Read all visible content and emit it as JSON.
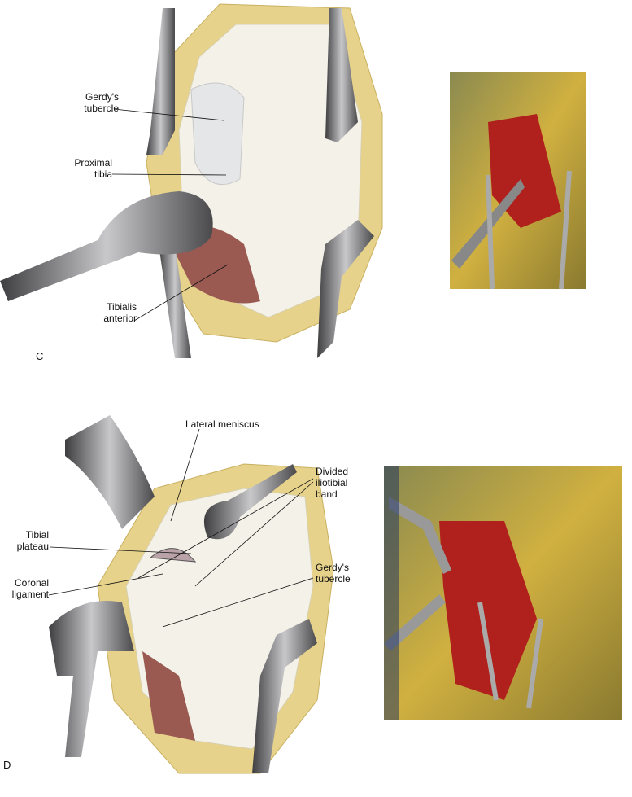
{
  "panel_c": {
    "letter": "C",
    "labels": {
      "gerdys_tubercle": [
        "Gerdy's",
        "tubercle"
      ],
      "proximal_tibia": [
        "Proximal",
        "tibia"
      ],
      "tibialis_anterior": [
        "Tibialis",
        "anterior"
      ]
    }
  },
  "panel_d": {
    "letter": "D",
    "labels": {
      "lateral_meniscus": "Lateral meniscus",
      "tibial_plateau": [
        "Tibial",
        "plateau"
      ],
      "coronal_ligament": [
        "Coronal",
        "ligament"
      ],
      "divided_iliotibial_band": [
        "Divided",
        "iliotibial",
        "band"
      ],
      "gerdys_tubercle": [
        "Gerdy's",
        "tubercle"
      ]
    }
  },
  "colors": {
    "skin": "#ecdca0",
    "fat": "#e8d68a",
    "fascia": "#f2f0e6",
    "muscle": "#9a5a52",
    "steel": "#6e6e70",
    "wound": "#b0201c",
    "photo_skin": "#c8a848"
  }
}
